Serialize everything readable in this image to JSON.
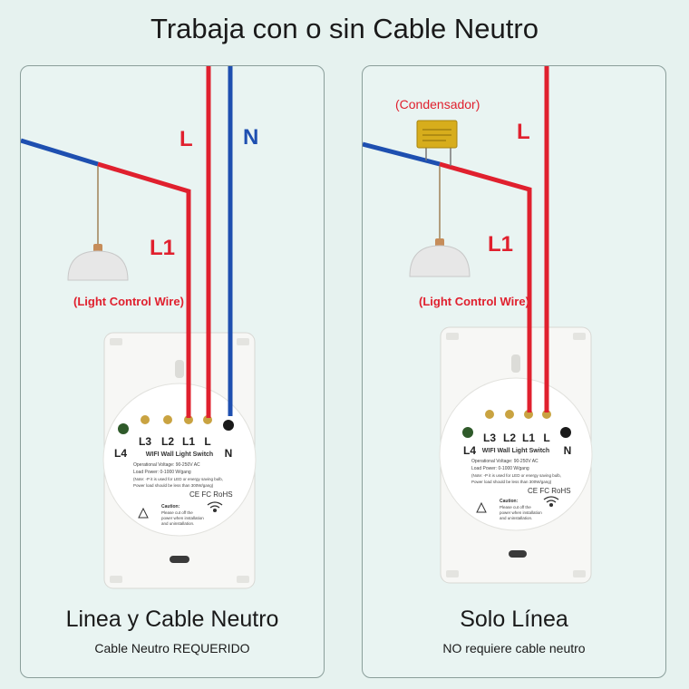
{
  "title": "Trabaja con o sin Cable Neutro",
  "colors": {
    "line_red": "#e0202e",
    "neutral_blue": "#1e4fb0",
    "background": "#e6f2ef",
    "label_red": "#e0202e"
  },
  "panels": [
    {
      "wire_L": "L",
      "wire_N": "N",
      "wire_L1": "L1",
      "light_control_wire": "(Light Control Wire)",
      "terminals": [
        "L3",
        "L2",
        "L1",
        "L"
      ],
      "terminal_L4": "L4",
      "terminal_N": "N",
      "device_title": "WIFI Wall Light Switch",
      "specs": [
        "Operational Voltage: 90-250V AC",
        "Load Power: 0-1000 W/gang",
        "(Note: -P it is used for LED or energy saving bulb,",
        "Power load should be less than 300W/gang)"
      ],
      "cert": "CE FC RoHS",
      "caution": [
        "Caution:",
        "Please cut off the",
        "power when installation",
        "and uninstallation."
      ],
      "caption": "Linea y Cable Neutro",
      "subcaption": "Cable Neutro REQUERIDO"
    },
    {
      "capacitor_label": "(Condensador)",
      "wire_L": "L",
      "wire_L1": "L1",
      "light_control_wire": "(Light Control Wire)",
      "terminals": [
        "L3",
        "L2",
        "L1",
        "L"
      ],
      "terminal_L4": "L4",
      "terminal_N": "N",
      "device_title": "WIFI Wall Light Switch",
      "specs": [
        "Operational Voltage: 90-250V AC",
        "Load Power: 0-1000 W/gang",
        "(Note: -P it is used for LED or energy saving bulb,",
        "Power load should be less than 300W/gang)"
      ],
      "cert": "CE FC RoHS",
      "caution": [
        "Caution:",
        "Please cut off the",
        "power when installation",
        "and uninstallation."
      ],
      "caption": "Solo Línea",
      "subcaption": "NO requiere cable neutro"
    }
  ]
}
